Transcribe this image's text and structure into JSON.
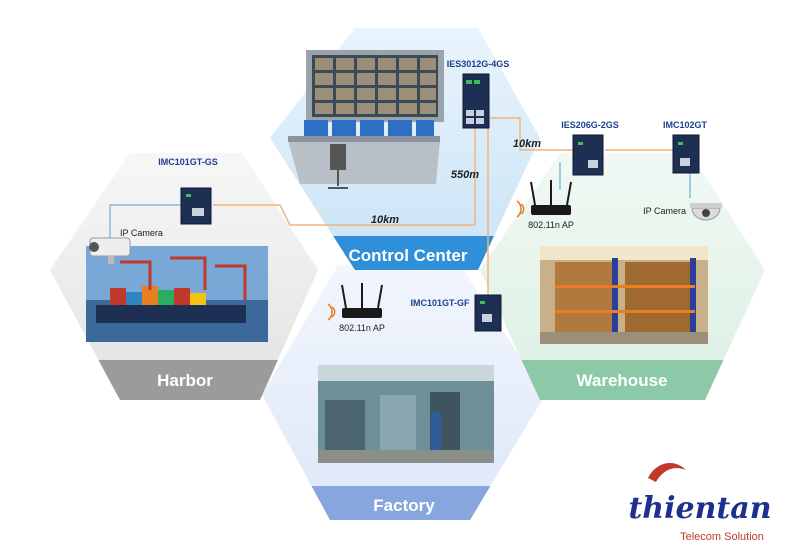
{
  "zones": {
    "control_center": "Control Center",
    "harbor": "Harbor",
    "warehouse": "Warehouse",
    "factory": "Factory"
  },
  "devices": {
    "ies3012": "IES3012G-4GS",
    "ies206": "IES206G-2GS",
    "imc102": "IMC102GT",
    "imc101gs": "IMC101GT-GS",
    "imc101gf": "IMC101GT-GF"
  },
  "endpoints": {
    "ip_camera_harbor": "IP Camera",
    "ip_camera_warehouse": "IP Camera",
    "ap_warehouse": "802.11n AP",
    "ap_factory": "802.11n AP"
  },
  "distances": {
    "cc_to_harbor": "10km",
    "cc_to_warehouse": "10km",
    "cc_to_factory": "550m"
  },
  "logo": {
    "name": "thientan",
    "tagline": "Telecom Solution"
  },
  "colors": {
    "control_center_bar": "#2f8fd8",
    "harbor_bar": "#9b9b9b",
    "warehouse_bar": "#8cc9a8",
    "factory_bar": "#86a6dd",
    "fiber_line": "#f2b47a",
    "copper_line": "#6aaed6"
  }
}
